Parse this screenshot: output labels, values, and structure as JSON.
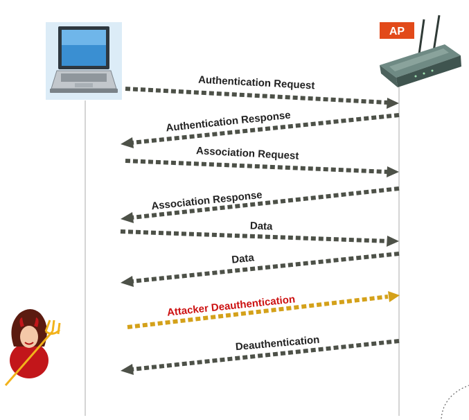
{
  "ap_badge": "AP",
  "colors": {
    "arrow": "#4d5148",
    "attack_arrow": "#d4a11a",
    "attack_label": "#cc1111",
    "badge": "#e24a1a",
    "lifeline": "#d4d4d4"
  },
  "messages": [
    {
      "label": "Authentication Request",
      "direction": "to-ap",
      "attack": false
    },
    {
      "label": "Authentication Response",
      "direction": "to-client",
      "attack": false
    },
    {
      "label": "Association Request",
      "direction": "to-ap",
      "attack": false
    },
    {
      "label": "Association Response",
      "direction": "to-client",
      "attack": false
    },
    {
      "label": "Data",
      "direction": "to-ap",
      "attack": false
    },
    {
      "label": "Data",
      "direction": "to-client",
      "attack": false
    },
    {
      "label": "Attacker Deauthentication",
      "direction": "to-ap",
      "attack": true
    },
    {
      "label": "Deauthentication",
      "direction": "to-client",
      "attack": false
    }
  ]
}
